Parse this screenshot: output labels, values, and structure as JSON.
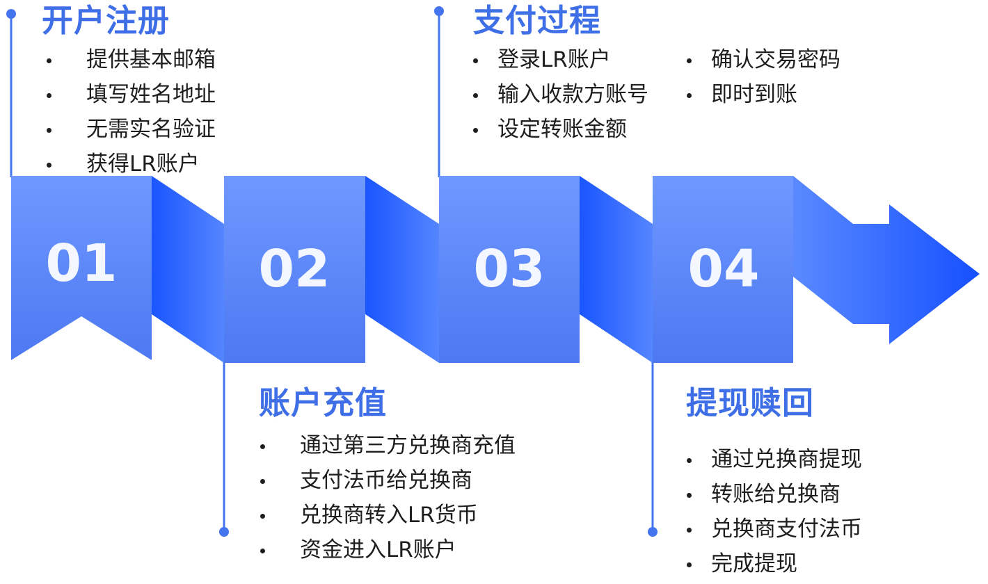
{
  "colors": {
    "accent": "#3f6fe6",
    "connector": "#4575ee",
    "panel_top": "#6d97ff",
    "panel_bottom": "#4f7bf4",
    "fold_light": "#4e7fff",
    "fold_dark": "#1a55ff",
    "text": "#1e1e1e"
  },
  "steps": [
    {
      "number": "01",
      "title": "开户注册",
      "items": [
        "提供基本邮箱",
        "填写姓名地址",
        "无需实名验证",
        "获得LR账户"
      ]
    },
    {
      "number": "02",
      "title": "账户充值",
      "items": [
        "通过第三方兑换商充值",
        "支付法币给兑换商",
        "兑换商转入LR货币",
        "资金进入LR账户"
      ]
    },
    {
      "number": "03",
      "title": "支付过程",
      "items": [
        "登录LR账户",
        "输入收款方账号",
        "设定转账金额",
        "确认交易密码",
        "即时到账"
      ]
    },
    {
      "number": "04",
      "title": "提现赎回",
      "items": [
        "通过兑换商提现",
        "转账给兑换商",
        "兑换商支付法币",
        "完成提现"
      ]
    }
  ]
}
